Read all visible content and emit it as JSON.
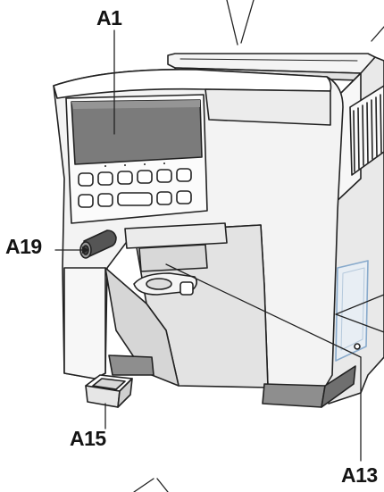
{
  "callouts": {
    "a1": "A1",
    "a19": "A19",
    "a15": "A15",
    "a13": "A13"
  },
  "colors": {
    "outline": "#222222",
    "body_light": "#f1f1f1",
    "body_mid": "#d9d9d9",
    "display_panel": "#7b7b7b",
    "base_dark": "#8e8e8e",
    "accent_glass": "#e8eef4"
  }
}
